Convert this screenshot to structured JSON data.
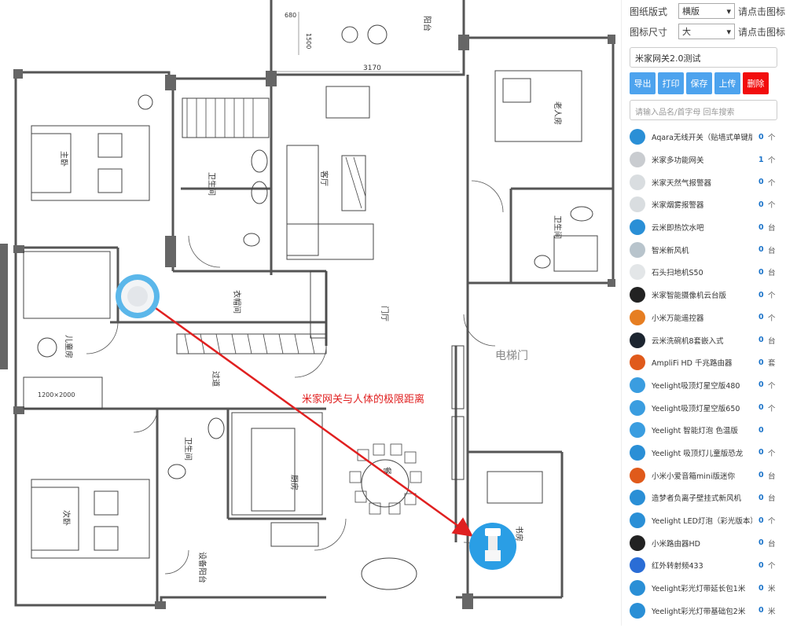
{
  "panel": {
    "paper_layout_label": "图纸版式",
    "paper_layout_value": "横版",
    "hint1": "请点击图标",
    "icon_size_label": "图标尺寸",
    "icon_size_value": "大",
    "hint2": "请点击图标",
    "project_title": "米家网关2.0测试",
    "buttons": {
      "export": "导出",
      "print": "打印",
      "save": "保存",
      "upload": "上传",
      "delete": "删除"
    },
    "search_placeholder": "请输入品名/首字母 回车搜索",
    "devices": [
      {
        "name": "Aqara无线开关（贴墙式单键版）",
        "count": "0",
        "unit": "个",
        "color": "#2a8fd6"
      },
      {
        "name": "米家多功能网关",
        "count": "1",
        "unit": "个",
        "color": "#c9ccd0"
      },
      {
        "name": "米家天然气报警器",
        "count": "0",
        "unit": "个",
        "color": "#d9dde0"
      },
      {
        "name": "米家烟雾报警器",
        "count": "0",
        "unit": "个",
        "color": "#d9dde0"
      },
      {
        "name": "云米即热饮水吧",
        "count": "0",
        "unit": "台",
        "color": "#2a8fd6"
      },
      {
        "name": "智米新风机",
        "count": "0",
        "unit": "台",
        "color": "#b8c4cc"
      },
      {
        "name": "石头扫地机S50",
        "count": "0",
        "unit": "台",
        "color": "#e3e6e8"
      },
      {
        "name": "米家智能摄像机云台版",
        "count": "0",
        "unit": "个",
        "color": "#222"
      },
      {
        "name": "小米万能遥控器",
        "count": "0",
        "unit": "个",
        "color": "#e67e22"
      },
      {
        "name": "云米洗碗机8套嵌入式",
        "count": "0",
        "unit": "台",
        "color": "#1c2530"
      },
      {
        "name": "AmpliFi HD 千兆路由器",
        "count": "0",
        "unit": "套",
        "color": "#e05a1b"
      },
      {
        "name": "Yeelight吸顶灯星空版480",
        "count": "0",
        "unit": "个",
        "color": "#3a9de0"
      },
      {
        "name": "Yeelight吸顶灯星空版650",
        "count": "0",
        "unit": "个",
        "color": "#3a9de0"
      },
      {
        "name": "Yeelight 智能灯泡 色温版",
        "count": "0",
        "unit": "",
        "color": "#3a9de0"
      },
      {
        "name": "Yeelight 吸顶灯儿童版恐龙",
        "count": "0",
        "unit": "个",
        "color": "#2a8fd6"
      },
      {
        "name": "小米小爱音箱mini版迷你",
        "count": "0",
        "unit": "台",
        "color": "#e05a1b"
      },
      {
        "name": "造梦者负离子壁挂式新风机",
        "count": "0",
        "unit": "台",
        "color": "#2a8fd6"
      },
      {
        "name": "Yeelight LED灯泡（彩光版本）",
        "count": "0",
        "unit": "个",
        "color": "#2a8fd6"
      },
      {
        "name": "小米路由器HD",
        "count": "0",
        "unit": "台",
        "color": "#222"
      },
      {
        "name": "红外转射频433",
        "count": "0",
        "unit": "个",
        "color": "#2a6dd6"
      },
      {
        "name": "Yeelight彩光灯带延长包1米",
        "count": "0",
        "unit": "米",
        "color": "#2a8fd6"
      },
      {
        "name": "Yeelight彩光灯带基础包2米",
        "count": "0",
        "unit": "米",
        "color": "#2a8fd6"
      }
    ]
  },
  "plan": {
    "rooms": {
      "balcony": "阳台",
      "master": "主卧",
      "bath1": "卫生间",
      "living": "客厅",
      "elder": "老人房",
      "bath2": "卫生间",
      "kids": "儿童房",
      "cloak": "衣帽间",
      "foyer": "门厅",
      "corridor": "过道",
      "bath3": "卫生间",
      "kitchen": "厨房",
      "second": "次卧",
      "equip": "设备阳台",
      "elevator": "电梯门",
      "dining": "餐",
      "study": "书房"
    },
    "dims": {
      "d1": "3170",
      "d2": "680",
      "d3": "1500",
      "bed": "1200×2000"
    },
    "annotation": "米家网关与人体的极限距离"
  }
}
